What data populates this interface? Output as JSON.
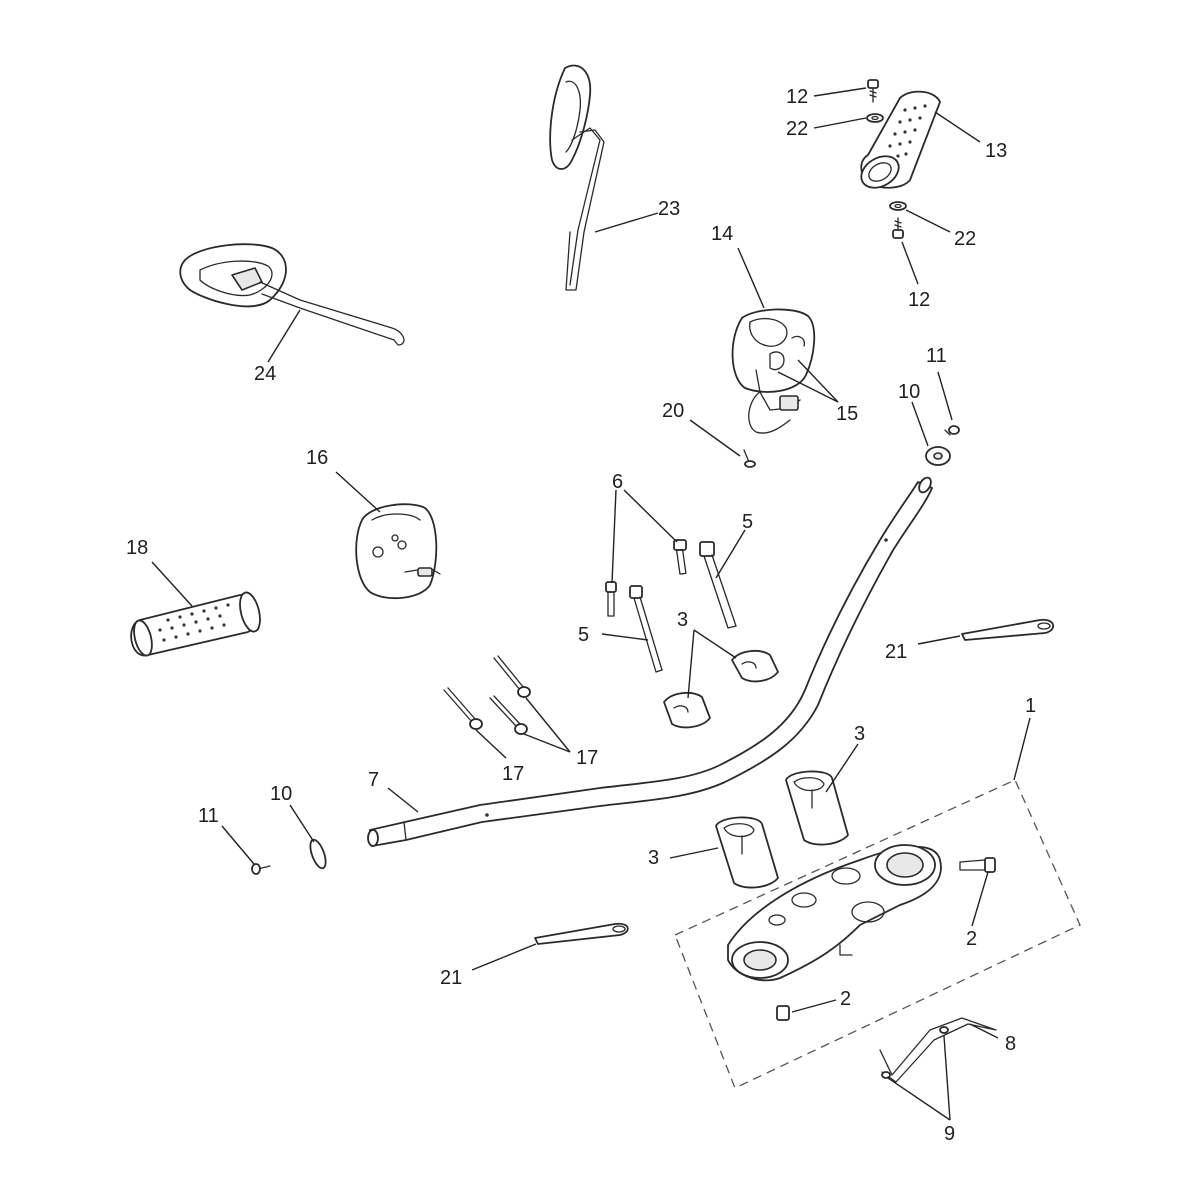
{
  "callouts": [
    {
      "id": "c1",
      "text": "1"
    },
    {
      "id": "c2a",
      "text": "2"
    },
    {
      "id": "c2b",
      "text": "2"
    },
    {
      "id": "c3a",
      "text": "3"
    },
    {
      "id": "c3b",
      "text": "3"
    },
    {
      "id": "c3c",
      "text": "3"
    },
    {
      "id": "c5a",
      "text": "5"
    },
    {
      "id": "c5b",
      "text": "5"
    },
    {
      "id": "c6",
      "text": "6"
    },
    {
      "id": "c7",
      "text": "7"
    },
    {
      "id": "c8",
      "text": "8"
    },
    {
      "id": "c9",
      "text": "9"
    },
    {
      "id": "c10a",
      "text": "10"
    },
    {
      "id": "c10b",
      "text": "10"
    },
    {
      "id": "c11a",
      "text": "11"
    },
    {
      "id": "c11b",
      "text": "11"
    },
    {
      "id": "c12a",
      "text": "12"
    },
    {
      "id": "c12b",
      "text": "12"
    },
    {
      "id": "c13",
      "text": "13"
    },
    {
      "id": "c14",
      "text": "14"
    },
    {
      "id": "c15",
      "text": "15"
    },
    {
      "id": "c16",
      "text": "16"
    },
    {
      "id": "c17a",
      "text": "17"
    },
    {
      "id": "c17b",
      "text": "17"
    },
    {
      "id": "c18",
      "text": "18"
    },
    {
      "id": "c20",
      "text": "20"
    },
    {
      "id": "c21a",
      "text": "21"
    },
    {
      "id": "c21b",
      "text": "21"
    },
    {
      "id": "c22a",
      "text": "22"
    },
    {
      "id": "c22b",
      "text": "22"
    },
    {
      "id": "c23",
      "text": "23"
    },
    {
      "id": "c24",
      "text": "24"
    }
  ],
  "colors": {
    "line": "#2a2a2a",
    "background": "#ffffff",
    "text": "#1f1f1f"
  }
}
